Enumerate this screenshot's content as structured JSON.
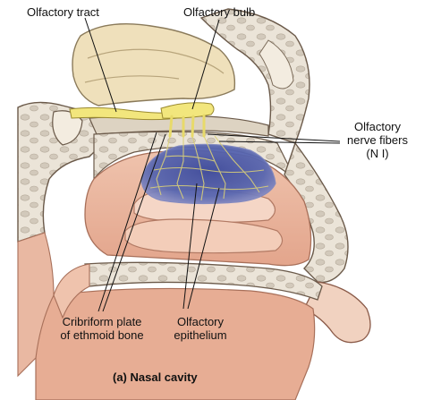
{
  "labels": {
    "olfactory_tract": "Olfactory tract",
    "olfactory_bulb": "Olfactory bulb",
    "nerve_fibers_line1": "Olfactory",
    "nerve_fibers_line2": "nerve fibers",
    "nerve_fibers_line3": "(N I)",
    "cribriform_line1": "Cribriform plate",
    "cribriform_line2": "of ethmoid bone",
    "epithelium_line1": "Olfactory",
    "epithelium_line2": "epithelium"
  },
  "caption": "(a) Nasal cavity",
  "colors": {
    "bone": "#e8e1d5",
    "bone_pore": "#cfc7ba",
    "flesh": "#eab59d",
    "flesh_light": "#f5d6c6",
    "nerve": "#f0e68c",
    "epithelium": "#4a5aa8",
    "outline": "#6b5a4a",
    "leader_line": "#111111"
  }
}
